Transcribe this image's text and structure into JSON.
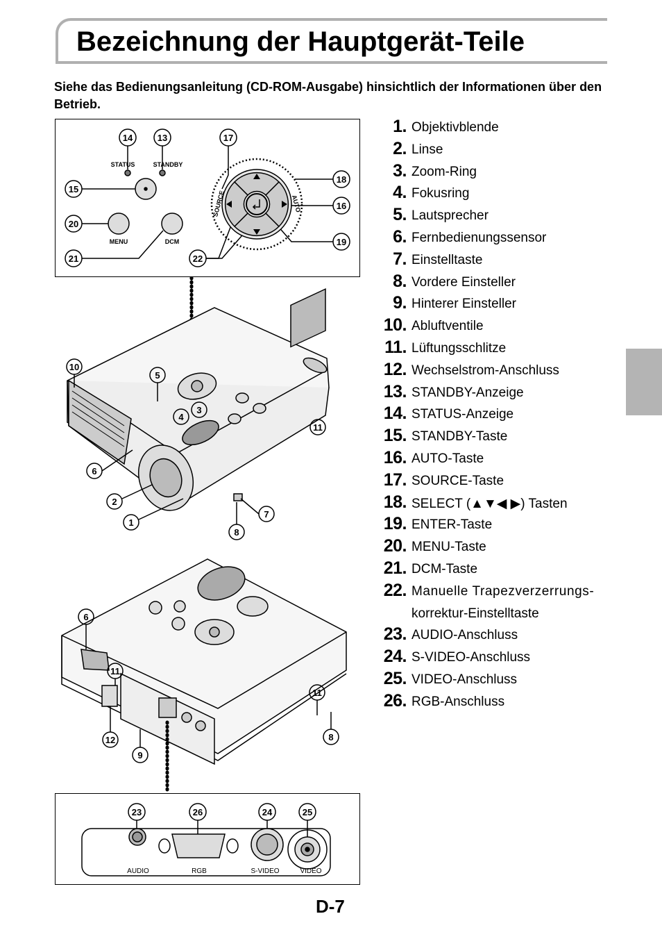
{
  "title": "Bezeichnung der Hauptgerät-Teile",
  "intro": "Siehe das Bedienungsanleitung (CD-ROM-Ausgabe) hinsichtlich der Informationen über den Betrieb.",
  "page_number": "D-7",
  "parts": [
    {
      "num": "1.",
      "label": "Objektivblende"
    },
    {
      "num": "2.",
      "label": "Linse"
    },
    {
      "num": "3.",
      "label": "Zoom-Ring"
    },
    {
      "num": "4.",
      "label": "Fokusring"
    },
    {
      "num": "5.",
      "label": "Lautsprecher"
    },
    {
      "num": "6.",
      "label": "Fernbedienungssensor"
    },
    {
      "num": "7.",
      "label": "Einstelltaste"
    },
    {
      "num": "8.",
      "label": "Vordere Einsteller"
    },
    {
      "num": "9.",
      "label": "Hinterer Einsteller"
    },
    {
      "num": "10.",
      "label": "Abluftventile"
    },
    {
      "num": "11.",
      "label": "Lüftungsschlitze"
    },
    {
      "num": "12.",
      "label": "Wechselstrom-Anschluss"
    },
    {
      "num": "13.",
      "label": "STANDBY-Anzeige"
    },
    {
      "num": "14.",
      "label": "STATUS-Anzeige"
    },
    {
      "num": "15.",
      "label": "STANDBY-Taste"
    },
    {
      "num": "16.",
      "label": "AUTO-Taste"
    },
    {
      "num": "17.",
      "label": "SOURCE-Taste"
    },
    {
      "num": "18.",
      "label": "SELECT (▲▼◀ ▶) Tasten"
    },
    {
      "num": "19.",
      "label": "ENTER-Taste"
    },
    {
      "num": "20.",
      "label": "MENU-Taste"
    },
    {
      "num": "21.",
      "label": "DCM-Taste"
    },
    {
      "num": "22.",
      "label": "Manuelle Trapezverzerrungs-"
    },
    {
      "num": "",
      "label": "korrektur-Einstelltaste"
    },
    {
      "num": "23.",
      "label": "AUDIO-Anschluss"
    },
    {
      "num": "24.",
      "label": "S-VIDEO-Anschluss"
    },
    {
      "num": "25.",
      "label": "VIDEO-Anschluss"
    },
    {
      "num": "26.",
      "label": "RGB-Anschluss"
    }
  ],
  "control_panel": {
    "status": "STATUS",
    "standby": "STANDBY",
    "menu": "MENU",
    "dcm": "DCM",
    "source": "SOURCE",
    "auto": "AUTO",
    "callouts": [
      "14",
      "13",
      "17",
      "15",
      "18",
      "16",
      "20",
      "19",
      "21",
      "22"
    ]
  },
  "front_view": {
    "callouts": [
      "10",
      "5",
      "3",
      "4",
      "11",
      "6",
      "2",
      "1",
      "7",
      "8"
    ]
  },
  "rear_view": {
    "callouts": [
      "6",
      "11",
      "11",
      "12",
      "9",
      "8"
    ]
  },
  "connectors": {
    "audio": "AUDIO",
    "rgb": "RGB",
    "svideo": "S-VIDEO",
    "video": "VIDEO",
    "callouts": [
      "23",
      "26",
      "24",
      "25"
    ]
  }
}
